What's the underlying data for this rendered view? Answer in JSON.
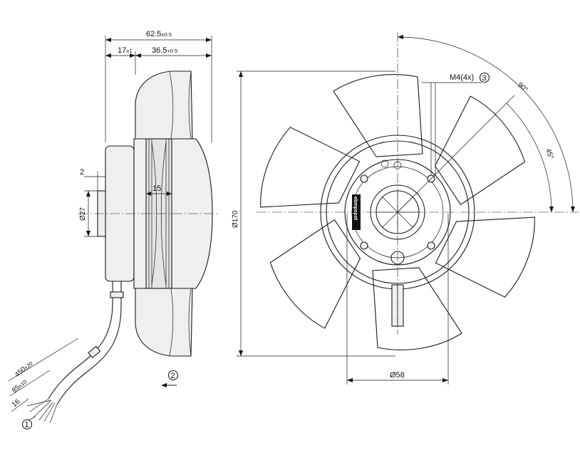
{
  "dimensions": {
    "overall_depth": "62.5",
    "overall_depth_tol": "±0.5",
    "hub_offset": "17",
    "hub_offset_tol": "±1",
    "impeller_depth": "36.5",
    "impeller_depth_tol": "+0.5",
    "flange_gap": "2",
    "blade_width": "15",
    "shaft_diameter": "Ø27",
    "fan_diameter": "Ø170",
    "hub_diameter": "Ø58",
    "screw_thread": "M4(4x)",
    "angle_large": "90°",
    "angle_small": "45°",
    "cable_length": "450",
    "cable_length_tol": "±20",
    "strip_length": "85",
    "strip_length_tol": "±10",
    "wire_end": "16"
  },
  "callouts": {
    "wires_marker": "1",
    "airflow_marker": "2",
    "screw_marker": "3"
  },
  "hub_label": {
    "brand": "ebmpapst"
  },
  "colors": {
    "line": "#1a1a1a",
    "shade": "#efefef"
  }
}
